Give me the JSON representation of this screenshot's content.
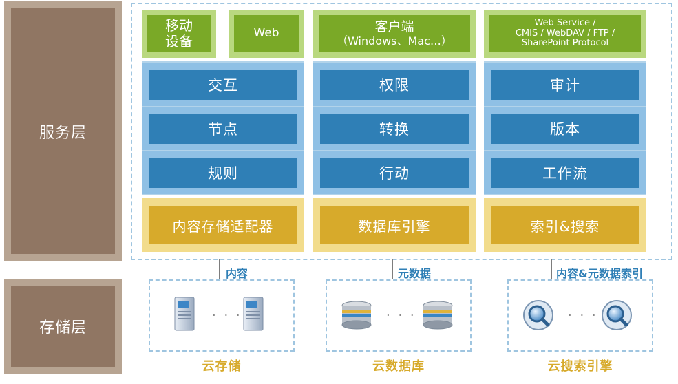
{
  "layers": {
    "service": "服务层",
    "storage": "存储层"
  },
  "top": {
    "mobile": "移动\n设备",
    "web": "Web",
    "client_line1": "客户端",
    "client_line2": "（Windows、Mac…）",
    "protocols_line1": "Web Service /",
    "protocols_line2": "CMIS / WebDAV / FTP /",
    "protocols_line3": "SharePoint Protocol"
  },
  "rows": [
    [
      "交互",
      "权限",
      "审计"
    ],
    [
      "节点",
      "转换",
      "版本"
    ],
    [
      "规则",
      "行动",
      "工作流"
    ]
  ],
  "adapters": [
    "内容存储适配器",
    "数据库引擎",
    "索引&搜索"
  ],
  "connectors": [
    "内容",
    "元数据",
    "内容&元数据索引"
  ],
  "storage": {
    "dots": "· · ·",
    "captions": [
      "云存储",
      "云数据库",
      "云搜索引擎"
    ],
    "icons": [
      "server-icon",
      "database-icon",
      "search-magnifier-icon"
    ]
  },
  "colors": {
    "layer": "#907663",
    "green": "#7aa927",
    "blue": "#2f7fb6",
    "yellow": "#d7aa2b"
  }
}
